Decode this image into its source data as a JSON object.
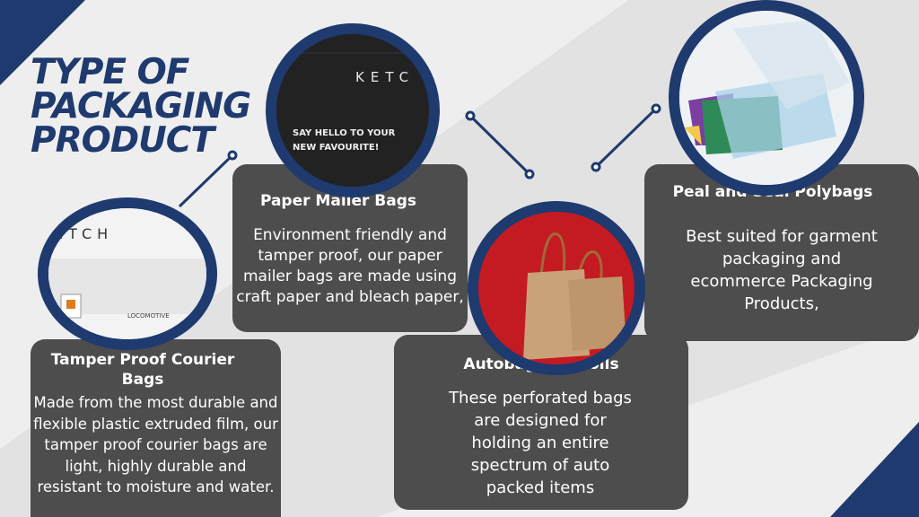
{
  "title_lines": [
    "TYPE OF",
    "PACKAGING",
    "PRODUCT"
  ],
  "colors": {
    "navy": "#1e3a6e",
    "card": "#4d4d4d",
    "background": "#eeeeee"
  },
  "products": [
    {
      "title": "Paper Mailer Bags",
      "body": "Environment friendly and tamper proof, our paper mailer bags are made using craft paper and bleach paper,",
      "image": {
        "brand_text": "KETC",
        "tagline_line1": "SAY HELLO TO YOUR",
        "tagline_line2": "NEW FAVOURITE!"
      }
    },
    {
      "title": "Tamper Proof Courier Bags",
      "body": "Made from the most durable and flexible plastic extruded film, our tamper proof courier bags are light, highly durable and resistant to moisture and water.",
      "image": {
        "brand_text": "ETCH",
        "footer_text": "LOCOMOTIVE"
      }
    },
    {
      "title": "Autobags on Rolls",
      "body": "These perforated bags are designed for holding an entire spectrum of auto packed items"
    },
    {
      "title": "Peal and Seal Polybags",
      "body": "Best suited for garment packaging and ecommerce Packaging Products,"
    }
  ]
}
